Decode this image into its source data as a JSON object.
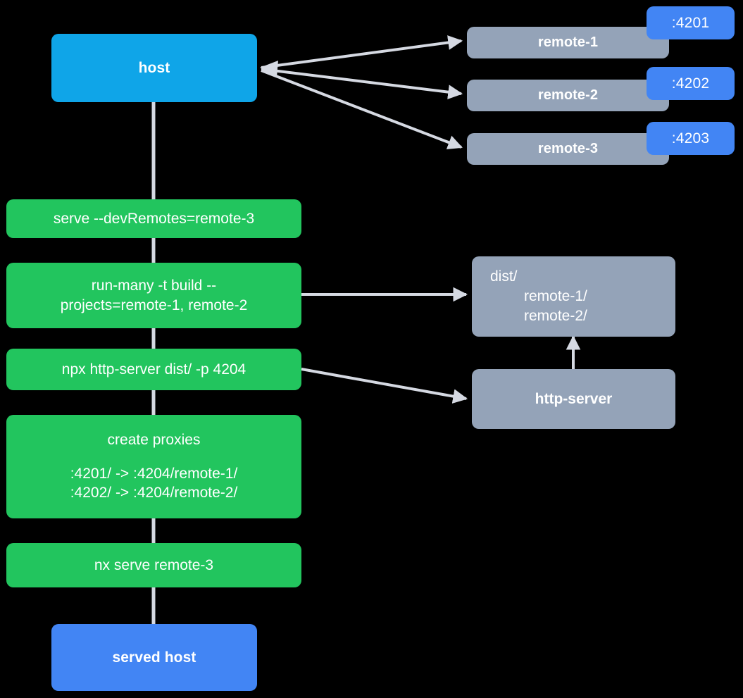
{
  "diagram": {
    "title": "Nx module federation dev-remotes flow",
    "background": "#000000",
    "colors": {
      "host": "#0fa5e8",
      "served_host": "#4285f4",
      "command": "#22c55e",
      "artifact": "#94a3b8",
      "badge": "#4285f4",
      "connector": "#d5d9e2",
      "text": "#ffffff"
    }
  },
  "nodes": {
    "host": {
      "label": "host"
    },
    "remotes": [
      {
        "label": "remote-1",
        "port": ":4201"
      },
      {
        "label": "remote-2",
        "port": ":4202"
      },
      {
        "label": "remote-3",
        "port": ":4203"
      }
    ],
    "commands": [
      {
        "label": "serve --devRemotes=remote-3"
      },
      {
        "line1": "run-many -t build --",
        "line2": "projects=remote-1, remote-2"
      },
      {
        "label": "npx http-server dist/ -p 4204"
      },
      {
        "title": "create proxies",
        "mapping1": ":4201/ -> :4204/remote-1/",
        "mapping2": ":4202/ -> :4204/remote-2/"
      },
      {
        "label": "nx serve remote-3"
      }
    ],
    "dist": {
      "line1": "dist/",
      "line2": "remote-1/",
      "line3": "remote-2/"
    },
    "http_server": {
      "label": "http-server"
    },
    "served_host": {
      "label": "served host"
    }
  },
  "edges": [
    {
      "from": "host",
      "to": "remote-1",
      "style": "arrow"
    },
    {
      "from": "host",
      "to": "remote-2",
      "style": "arrow"
    },
    {
      "from": "host",
      "to": "remote-3",
      "style": "arrow"
    },
    {
      "from": "host",
      "to": "serve --devRemotes=remote-3",
      "style": "line"
    },
    {
      "from": "serve --devRemotes=remote-3",
      "to": "run-many -t build",
      "style": "line"
    },
    {
      "from": "run-many -t build",
      "to": "dist/",
      "style": "arrow"
    },
    {
      "from": "run-many -t build",
      "to": "npx http-server dist/ -p 4204",
      "style": "line"
    },
    {
      "from": "npx http-server dist/ -p 4204",
      "to": "http-server",
      "style": "arrow"
    },
    {
      "from": "http-server",
      "to": "dist/",
      "style": "arrow"
    },
    {
      "from": "npx http-server dist/ -p 4204",
      "to": "create proxies",
      "style": "line"
    },
    {
      "from": "create proxies",
      "to": "nx serve remote-3",
      "style": "line"
    },
    {
      "from": "nx serve remote-3",
      "to": "served host",
      "style": "line"
    }
  ]
}
